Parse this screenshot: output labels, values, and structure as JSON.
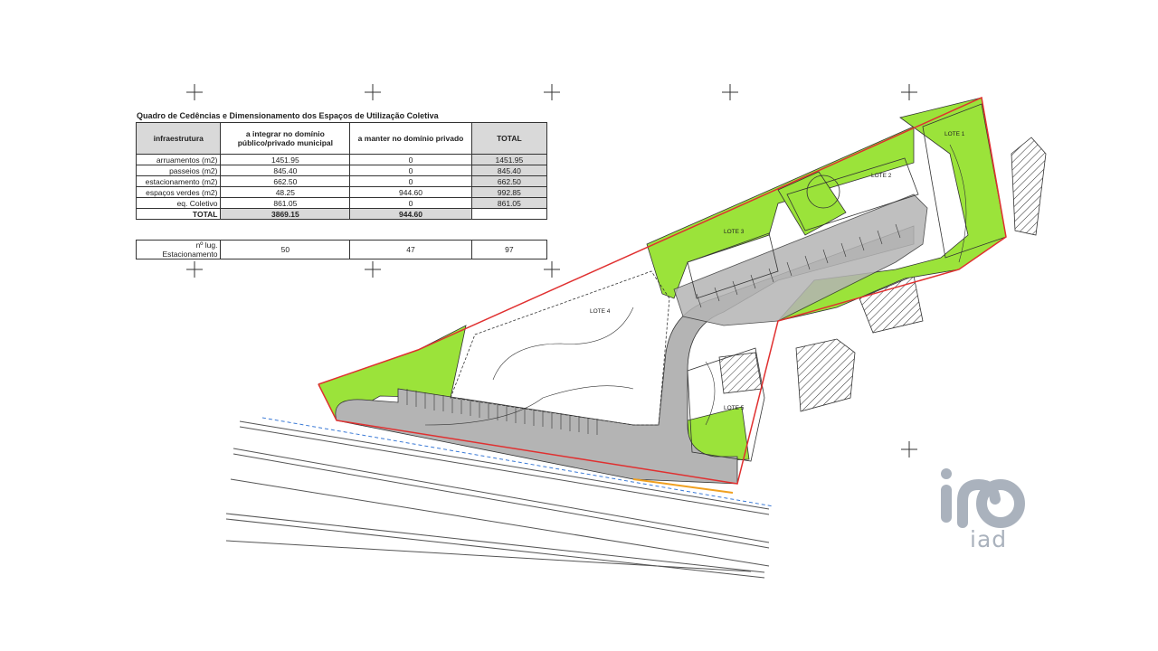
{
  "table_title": "Quadro de Cedências e Dimensionamento dos Espaços de Utilização Coletiva",
  "headers": {
    "col1": "infraestrutura",
    "col2": "a integrar no domínio público/privado municipal",
    "col3": "a manter no domínio privado",
    "col4": "TOTAL"
  },
  "rows": [
    {
      "label": "arruamentos (m2)",
      "publico": "1451.95",
      "privado": "0",
      "total": "1451.95"
    },
    {
      "label": "passeios (m2)",
      "publico": "845.40",
      "privado": "0",
      "total": "845.40"
    },
    {
      "label": "estacionamento (m2)",
      "publico": "662.50",
      "privado": "0",
      "total": "662.50"
    },
    {
      "label": "espaços verdes (m2)",
      "publico": "48.25",
      "privado": "944.60",
      "total": "992.85"
    },
    {
      "label": "eq. Coletivo",
      "publico": "861.05",
      "privado": "0",
      "total": "861.05"
    }
  ],
  "total_row": {
    "label": "TOTAL",
    "publico": "3869.15",
    "privado": "944.60"
  },
  "parking_row": {
    "label": "nº lug. Estacionamento",
    "publico": "50",
    "privado": "47",
    "total": "97"
  },
  "lots": {
    "lote1": "LOTE 1",
    "lote2": "LOTE 2",
    "lote3": "LOTE 3",
    "lote4": "LOTE 4",
    "lote5": "LOTE 5"
  },
  "logo": {
    "text": "iad",
    "color": "#aab2bd"
  },
  "colors": {
    "green": "#9be33a",
    "road": "#b4b4b4",
    "boundary": "#e03030"
  }
}
